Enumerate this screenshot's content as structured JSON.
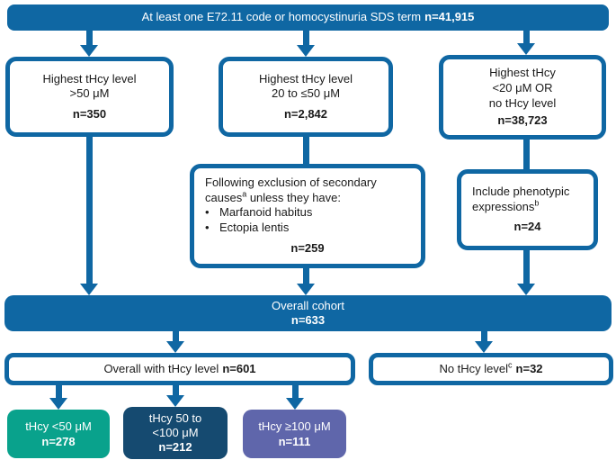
{
  "colors": {
    "blue": "#0f67a3",
    "teal": "#09a28c",
    "navy": "#154a70",
    "purple": "#5f66ab",
    "text": "#1a1a1a",
    "white": "#ffffff"
  },
  "top_banner": {
    "text": "At least one E72.11 code or homocystinuria SDS term",
    "n": "n=41,915"
  },
  "level2": {
    "box1": {
      "line1": "Highest tHcy level",
      "line2": ">50 μM",
      "n": "n=350"
    },
    "box2": {
      "line1": "Highest tHcy level",
      "line2": "20 to ≤50 μM",
      "n": "n=2,842"
    },
    "box3": {
      "line1": "Highest tHcy",
      "line2": "<20 μM OR",
      "line3": "no tHcy level",
      "n": "n=38,723"
    }
  },
  "exclusion_box": {
    "text_before_sup": "Following exclusion of secondary causes",
    "sup": "a",
    "text_after_sup": " unless they have:",
    "bullet_char": "•",
    "bullets": [
      "Marfanoid habitus",
      "Ectopia lentis"
    ],
    "n": "n=259"
  },
  "include_box": {
    "text": "Include phenotypic expressions",
    "sup": "b",
    "n": "n=24"
  },
  "cohort_banner": {
    "title": "Overall cohort",
    "n": "n=633"
  },
  "level5": {
    "with_thcy": {
      "text": "Overall with tHcy level",
      "n": "n=601"
    },
    "no_thcy": {
      "text": "No tHcy level",
      "sup": "c",
      "n": "n=32"
    }
  },
  "level6": {
    "box1": {
      "line1": "tHcy <50 μM",
      "n": "n=278"
    },
    "box2": {
      "line1": "tHcy 50 to",
      "line2": "<100 μM",
      "n": "n=212"
    },
    "box3": {
      "line1": "tHcy ≥100 μM",
      "n": "n=111"
    }
  }
}
